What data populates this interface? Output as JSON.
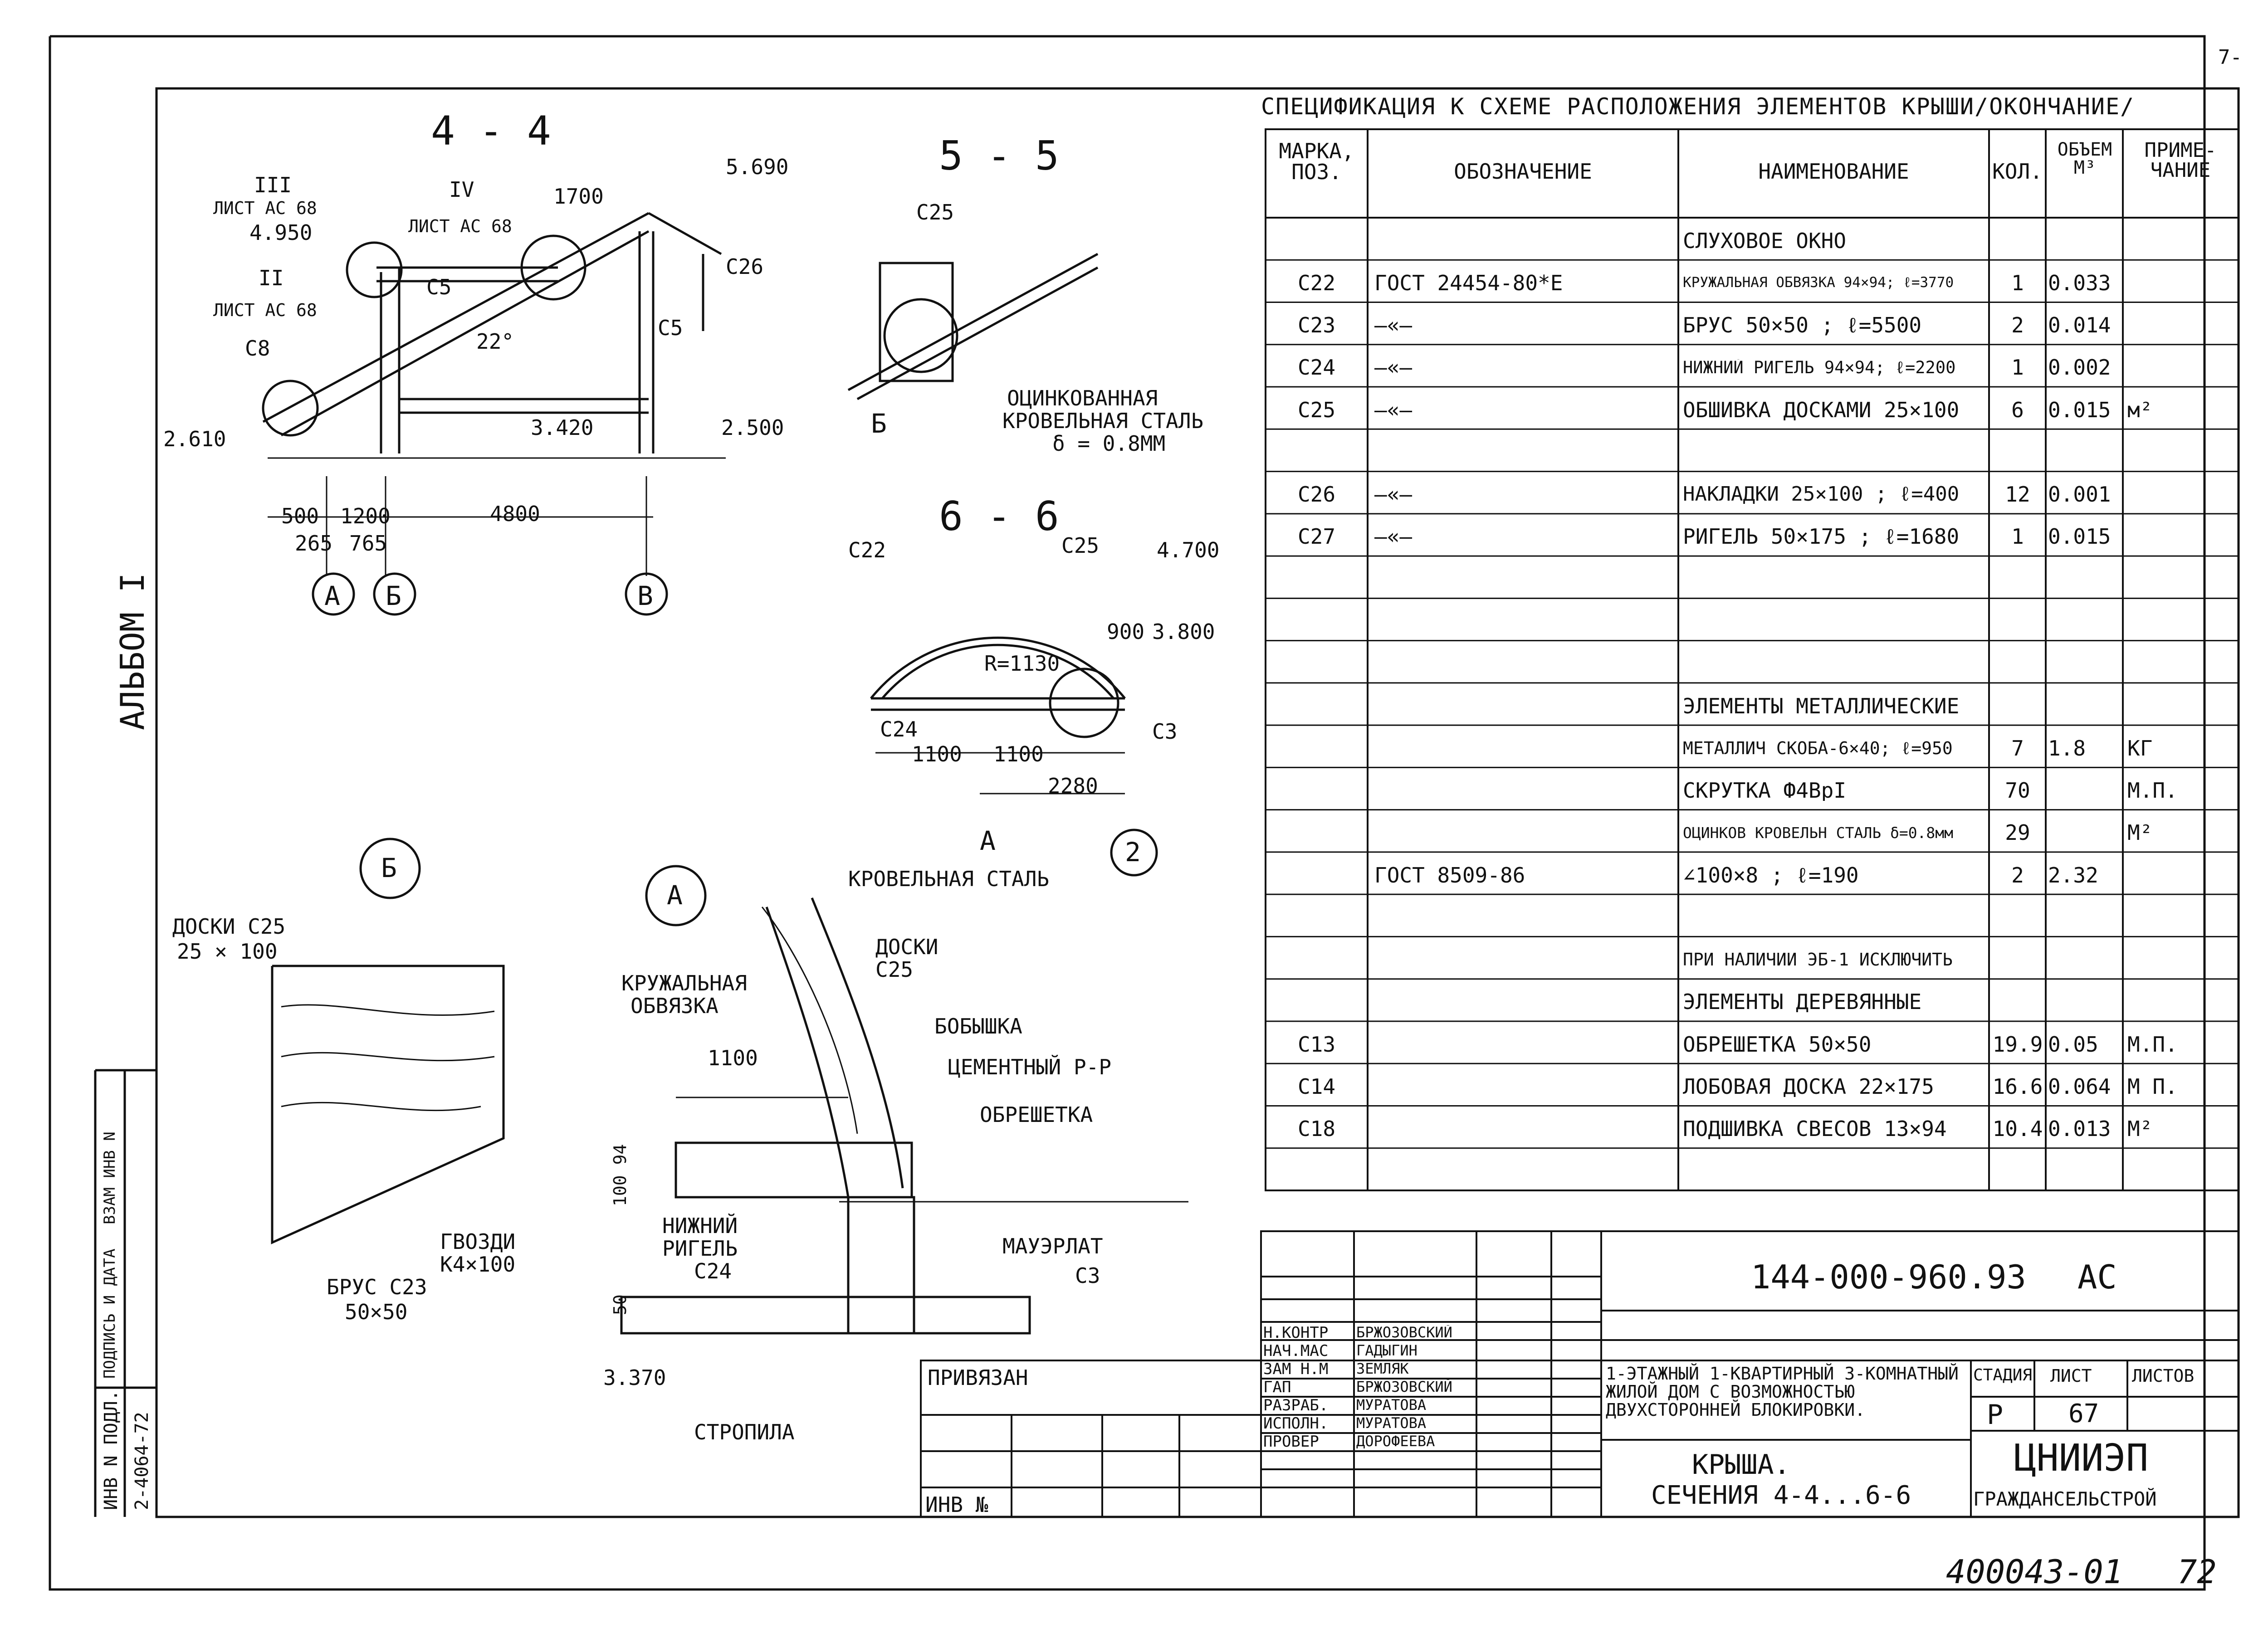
{
  "corner_mark": "7-",
  "album": "АЛЬБОМ I",
  "spec_title": "СПЕЦИФИКАЦИЯ К СХЕМЕ РАСПОЛОЖЕНИЯ ЭЛЕМЕНТОВ КРЫШИ/ОКОНЧАНИЕ/",
  "spec_headers": {
    "mark": "МАРКА, ПОЗ.",
    "designation": "ОБОЗНАЧЕНИЕ",
    "name": "НАИМЕНОВАНИЕ",
    "qty": "КОЛ.",
    "volume": "ОБЪЕМ М³",
    "note": "ПРИМЕ- ЧАНИЕ"
  },
  "spec_rows": [
    {
      "mark": "",
      "designation": "",
      "name": "СЛУХОВОЕ ОКНО",
      "qty": "",
      "volume": "",
      "note": ""
    },
    {
      "mark": "С22",
      "designation": "ГОСТ 24454-80*Е",
      "name": "КРУЖАЛЬНАЯ ОБВЯЗКА 94×94; ℓ=3770",
      "qty": "1",
      "volume": "0.033",
      "note": ""
    },
    {
      "mark": "С23",
      "designation": "—«—",
      "name": "БРУС 50×50 ; ℓ=5500",
      "qty": "2",
      "volume": "0.014",
      "note": ""
    },
    {
      "mark": "С24",
      "designation": "—«—",
      "name": "НИЖНИЙ РИГЕЛЬ 94×94; ℓ=2200",
      "qty": "1",
      "volume": "0.002",
      "note": ""
    },
    {
      "mark": "С25",
      "designation": "—«—",
      "name": "ОБШИВКА ДОСКАМИ 25×100",
      "qty": "6",
      "volume": "0.015",
      "note": "м²"
    },
    {
      "mark": "",
      "designation": "",
      "name": "",
      "qty": "",
      "volume": "",
      "note": ""
    },
    {
      "mark": "С26",
      "designation": "—«—",
      "name": "НАКЛАДКИ 25×100 ; ℓ=400",
      "qty": "12",
      "volume": "0.001",
      "note": ""
    },
    {
      "mark": "С27",
      "designation": "—«—",
      "name": "РИГЕЛЬ 50×175 ; ℓ=1680",
      "qty": "1",
      "volume": "0.015",
      "note": ""
    },
    {
      "mark": "",
      "designation": "",
      "name": "",
      "qty": "",
      "volume": "",
      "note": ""
    },
    {
      "mark": "",
      "designation": "",
      "name": "",
      "qty": "",
      "volume": "",
      "note": ""
    },
    {
      "mark": "",
      "designation": "",
      "name": "",
      "qty": "",
      "volume": "",
      "note": ""
    },
    {
      "mark": "",
      "designation": "",
      "name": "ЭЛЕМЕНТЫ МЕТАЛЛИЧЕСКИЕ",
      "qty": "",
      "volume": "",
      "note": ""
    },
    {
      "mark": "",
      "designation": "",
      "name": "МЕТАЛЛИЧ СКОБА-6×40; ℓ=950",
      "qty": "7",
      "volume": "1.8",
      "note": "КГ"
    },
    {
      "mark": "",
      "designation": "",
      "name": "СКРУТКА Ф4ВрI",
      "qty": "70",
      "volume": "",
      "note": "М.П."
    },
    {
      "mark": "",
      "designation": "",
      "name": "ОЦИНКОВ КРОВЕЛЬН СТАЛЬ δ=0.8мм",
      "qty": "29",
      "volume": "",
      "note": "М²"
    },
    {
      "mark": "",
      "designation": "ГОСТ 8509-86",
      "name": "∠100×8 ; ℓ=190",
      "qty": "2",
      "volume": "2.32",
      "note": ""
    },
    {
      "mark": "",
      "designation": "",
      "name": "",
      "qty": "",
      "volume": "",
      "note": ""
    },
    {
      "mark": "",
      "designation": "",
      "name": "ПРИ НАЛИЧИИ ЭБ-1 ИСКЛЮЧИТЬ",
      "qty": "",
      "volume": "",
      "note": ""
    },
    {
      "mark": "",
      "designation": "",
      "name": "ЭЛЕМЕНТЫ ДЕРЕВЯННЫЕ",
      "qty": "",
      "volume": "",
      "note": ""
    },
    {
      "mark": "С13",
      "designation": "",
      "name": "ОБРЕШЕТКА 50×50",
      "qty": "19.9",
      "volume": "0.05",
      "note": "М.П."
    },
    {
      "mark": "С14",
      "designation": "",
      "name": "ЛОБОВАЯ ДОСКА 22×175",
      "qty": "16.6",
      "volume": "0.064",
      "note": "М П."
    },
    {
      "mark": "С18",
      "designation": "",
      "name": "ПОДШИВКА СВЕСОВ 13×94",
      "qty": "10.4",
      "volume": "0.013",
      "note": "М²"
    },
    {
      "mark": "",
      "designation": "",
      "name": "",
      "qty": "",
      "volume": "",
      "note": ""
    }
  ],
  "section_44": {
    "title": "4 - 4",
    "callouts": [
      "III",
      "ЛИСТ АС 68",
      "IV",
      "ЛИСТ АС 68",
      "II",
      "ЛИСТ АС 68"
    ],
    "dims": [
      "4.950",
      "1700",
      "5.690",
      "С26",
      "С5",
      "22°",
      "С8",
      "С5",
      "2.610",
      "3.420",
      "2.500",
      "500",
      "1200",
      "4800",
      "265",
      "765"
    ],
    "axes": [
      "А",
      "Б",
      "В"
    ]
  },
  "section_55": {
    "title": "5 - 5",
    "labels": [
      "С25",
      "ОЦИНКОВАННАЯ",
      "КРОВЕЛЬНАЯ СТАЛЬ",
      "δ = 0.8ММ",
      "Б"
    ]
  },
  "section_66": {
    "title": "6 - 6",
    "labels": [
      "С22",
      "С25",
      "4.700",
      "R=1130",
      "900",
      "3.800",
      "С24",
      "1100",
      "1100",
      "С3",
      "2280",
      "А",
      "2"
    ]
  },
  "node_b": {
    "title": "Б",
    "labels": [
      "ДОСКИ С25",
      "25 × 100",
      "ГВОЗДИ",
      "К4×100",
      "БРУС С23",
      "50×50"
    ]
  },
  "node_a": {
    "title": "А",
    "labels": [
      "КРОВЕЛЬНАЯ СТАЛЬ",
      "ДОСКИ",
      "С25",
      "КРУЖАЛЬНАЯ",
      "ОБВЯЗКА",
      "БОБЫШКА",
      "1100",
      "ЦЕМЕНТНЫЙ Р-Р",
      "ОБРЕШЕТКА",
      "100 94",
      "НИЖНИЙ",
      "РИГЕЛЬ",
      "С24",
      "МАУЭРЛАТ",
      "С3",
      "50",
      "3.370",
      "СТРОПИЛА"
    ]
  },
  "left_strip": [
    "ИНВ N ПОДЛ.",
    "ПОДПИСЬ И ДАТА",
    "ВЗАМ ИНВ N",
    "2-4064-72"
  ],
  "title_block": {
    "code": "144-000-960.93",
    "set": "АС",
    "tied": "ПРИВЯЗАН",
    "inv": "ИНВ №",
    "roles": [
      "Н.КОНТР",
      "НАЧ.МАС",
      "ЗАМ Н.М",
      "ГАП",
      "РАЗРАБ.",
      "ИСПОЛН.",
      "ПРОВЕР"
    ],
    "names": [
      "БРЖОЗОВСКИЙ",
      "ГАДЫГИН",
      "ЗЕМЛЯК",
      "БРЖОЗОВСКИЙ",
      "МУРАТОВА",
      "МУРАТОВА",
      "ДОРОФЕЕВА"
    ],
    "project": "1-ЭТАЖНЫЙ 1-КВАРТИРНЫЙ 3-КОМНАТНЫЙ ЖИЛОЙ ДОМ С ВОЗМОЖНОСТЬЮ ДВУХСТОРОННЕЙ БЛОКИРОВКИ.",
    "stage_h": "СТАДИЯ",
    "sheet_h": "ЛИСТ",
    "sheets_h": "ЛИСТОВ",
    "stage": "Р",
    "sheet": "67",
    "sheets": "",
    "drawing_title_1": "КРЫША.",
    "drawing_title_2": "СЕЧЕНИЯ 4-4...6-6",
    "org_1": "ЦНИИЭП",
    "org_2": "ГРАЖДАНСЕЛЬСТРОЙ"
  },
  "footer": {
    "doc": "400043-01",
    "page": "72"
  }
}
